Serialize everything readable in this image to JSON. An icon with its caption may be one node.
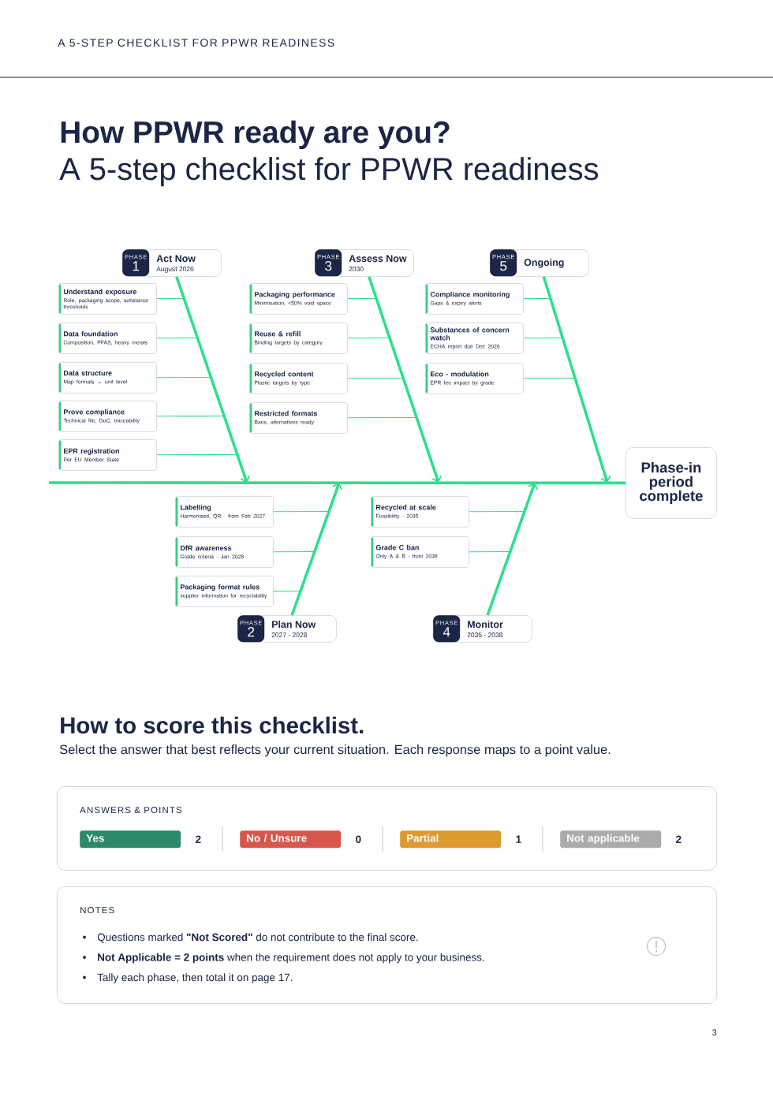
{
  "diagram": {
    "title": "How PPWR ready are you?",
    "nodes": [
      {
        "text": [
          "Act Now",
          "August 2026"
        ]
      },
      {
        "text": [
          "PHASE",
          "1"
        ],
        "in": 0
      },
      {
        "text": [
          "Understand exposure",
          "Role, packaging scope, substance thresholds"
        ]
      },
      {
        "text": [
          "Data foundation",
          "Composition, PFAS, heavy metals"
        ]
      },
      {
        "text": [
          "Data structure",
          "Map formats → unit level"
        ]
      },
      {
        "text": [
          "Prove compliance",
          "Technical file, DoC, traceability"
        ]
      },
      {
        "text": [
          "EPR registration",
          "Per EU Member State"
        ]
      },
      {
        "text": [
          "Assess Now",
          "2030"
        ]
      },
      {
        "text": [
          "PHASE",
          "3"
        ],
        "in": 7
      },
      {
        "text": [
          "Packaging performance",
          "Minimisation, <50% void space"
        ]
      },
      {
        "text": [
          "Reuse & refill",
          "Binding targets by category"
        ]
      },
      {
        "text": [
          "Recycled content",
          "Plastic targets by type"
        ]
      },
      {
        "text": [
          "Restricted formats",
          "Bans, alternatives ready"
        ]
      },
      {
        "text": [
          "Ongoing"
        ]
      },
      {
        "text": [
          "PHASE",
          "5"
        ],
        "in": 13
      },
      {
        "text": [
          "Compliance monitoring",
          "Gaps & expiry alerts"
        ]
      },
      {
        "text": [
          "Substances of concern watch",
          "ECHA report due Dec 2026"
        ]
      },
      {
        "text": [
          "Eco - modulation",
          "EPR fee impact by grade"
        ]
      },
      {
        "text": [
          "Phase-in period complete"
        ]
      },
      {
        "text": [
          "Labelling",
          "Harmonised, QR · from Feb 2027"
        ]
      },
      {
        "text": [
          "DfR awareness",
          "Grade criteria · Jan 2028"
        ]
      },
      {
        "text": [
          "Packaging format rules",
          "supplier information for recyclability"
        ]
      },
      {
        "text": [
          "Plan Now",
          "2027 - 2028"
        ]
      },
      {
        "text": [
          "PHASE",
          "2"
        ],
        "in": 22
      },
      {
        "text": [
          "Recycled at scale",
          "Feasibility · 2035"
        ]
      },
      {
        "text": [
          "Grade C ban",
          "Only A & B · from 2038"
        ]
      },
      {
        "text": [
          "Monitor",
          "2035 - 2038"
        ]
      },
      {
        "text": [
          "PHASE",
          "4"
        ],
        "in": 26
      },
      {
        "text": [
          "ANSWERS & POINTS"
        ]
      },
      {
        "text": [
          "Yes"
        ],
        "in": 28,
        "beside": [
          "2"
        ]
      },
      {
        "text": [
          "No / Unsure"
        ],
        "in": 28,
        "beside": [
          "0"
        ]
      },
      {
        "text": [
          "Partial"
        ],
        "in": 28,
        "beside": [
          "1"
        ]
      },
      {
        "text": [
          "Not applicable"
        ],
        "in": 28,
        "beside": [
          "2"
        ]
      },
      {
        "text": [
          "NOTES",
          "Questions marked **\"Not Scored\"** do not contribute to the final score.",
          "**Not Applicable = 2 points** when the requirement does not apply to your business.",
          "Tally each phase, then total it on page 17."
        ]
      }
    ],
    "edges": [
      {
        "from": 2,
        "to": null,
        "arrow": "none"
      },
      {
        "from": 3,
        "to": null,
        "arrow": "none"
      },
      {
        "from": 4,
        "to": null,
        "arrow": "none"
      },
      {
        "from": 5,
        "to": null,
        "arrow": "none"
      },
      {
        "from": 6,
        "to": null,
        "arrow": "none"
      },
      {
        "from": 0,
        "to": null,
        "arrow": "to",
        "style": "thick"
      },
      {
        "from": 9,
        "to": null,
        "arrow": "none"
      },
      {
        "from": 10,
        "to": null,
        "arrow": "none"
      },
      {
        "from": 11,
        "to": null,
        "arrow": "none"
      },
      {
        "from": 12,
        "to": null,
        "arrow": "none"
      },
      {
        "from": 7,
        "to": null,
        "arrow": "to",
        "style": "thick"
      },
      {
        "from": 15,
        "to": null,
        "arrow": "none"
      },
      {
        "from": 16,
        "to": null,
        "arrow": "none"
      },
      {
        "from": 17,
        "to": null,
        "arrow": "none"
      },
      {
        "from": 13,
        "to": null,
        "arrow": "to",
        "style": "thick"
      },
      {
        "from": null,
        "to": 18,
        "arrow": "none",
        "style": "thick"
      },
      {
        "from": 19,
        "to": null,
        "arrow": "none"
      },
      {
        "from": 20,
        "to": null,
        "arrow": "none"
      },
      {
        "from": 21,
        "to": null,
        "arrow": "none"
      },
      {
        "from": 22,
        "to": null,
        "arrow": "to",
        "style": "thick"
      },
      {
        "from": 24,
        "to": null,
        "arrow": "none"
      },
      {
        "from": 25,
        "to": null,
        "arrow": "none"
      },
      {
        "from": 26,
        "to": null,
        "arrow": "to",
        "style": "thick"
      }
    ],
    "labels": [
      "A 5-STEP CHECKLIST FOR PPWR READINESS",
      "A 5-step checklist for PPWR readiness",
      "How to score this checklist.",
      "Select the answer that best reflects your current situation. Each response maps to a point value.",
      "3"
    ]
  }
}
